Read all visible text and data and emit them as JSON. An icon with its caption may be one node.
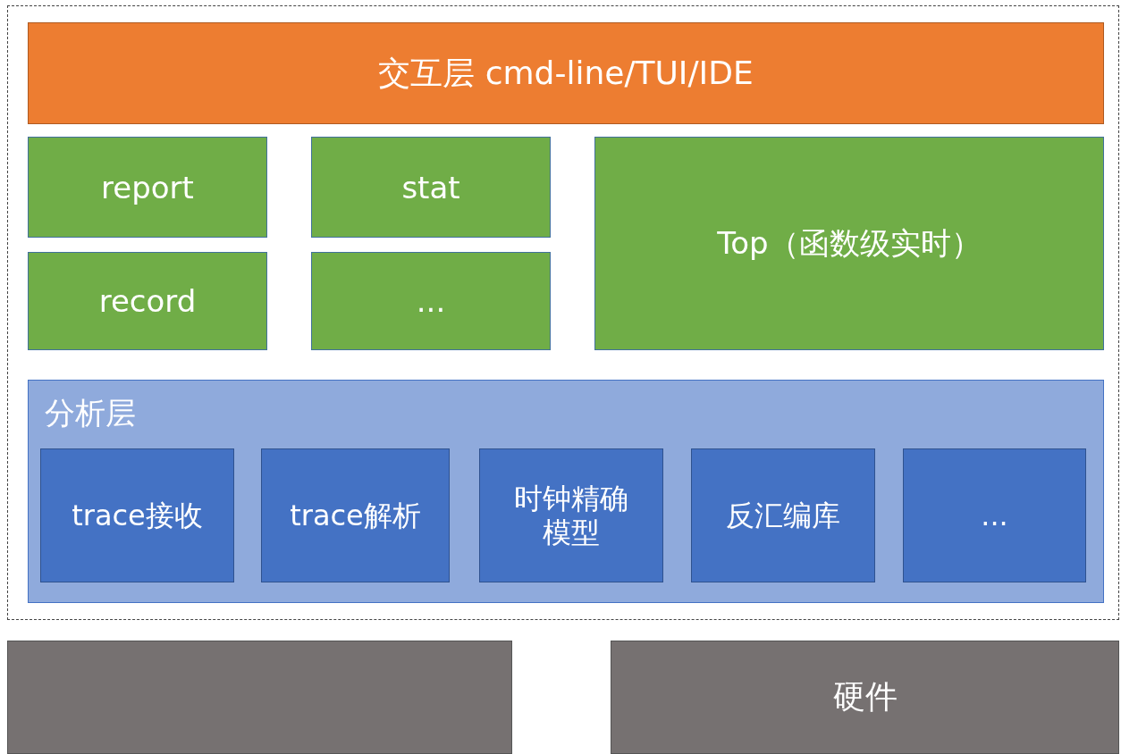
{
  "diagram": {
    "nodes": [
      {
        "text": [],
        "shape": "box"
      },
      {
        "text": [
          "交互层 cmd-line/TUI/IDE"
        ],
        "in": 0
      },
      {
        "text": [
          "report"
        ],
        "in": 0
      },
      {
        "text": [
          "stat"
        ],
        "in": 0
      },
      {
        "text": [
          "Top（函数级实时）"
        ],
        "in": 0
      },
      {
        "text": [
          "record"
        ],
        "in": 0
      },
      {
        "text": [
          "..."
        ],
        "in": 0
      },
      {
        "text": [
          "分析层"
        ],
        "in": 0
      },
      {
        "text": [
          "trace接收"
        ],
        "in": 7
      },
      {
        "text": [
          "trace解析"
        ],
        "in": 7
      },
      {
        "text": [
          "时钟精确模型"
        ],
        "in": 7
      },
      {
        "text": [
          "反汇编库"
        ],
        "in": 7
      },
      {
        "text": [
          "..."
        ],
        "in": 7
      },
      {
        "text": [],
        "shape": "box"
      },
      {
        "text": [
          "硬件"
        ]
      }
    ],
    "edges": []
  }
}
